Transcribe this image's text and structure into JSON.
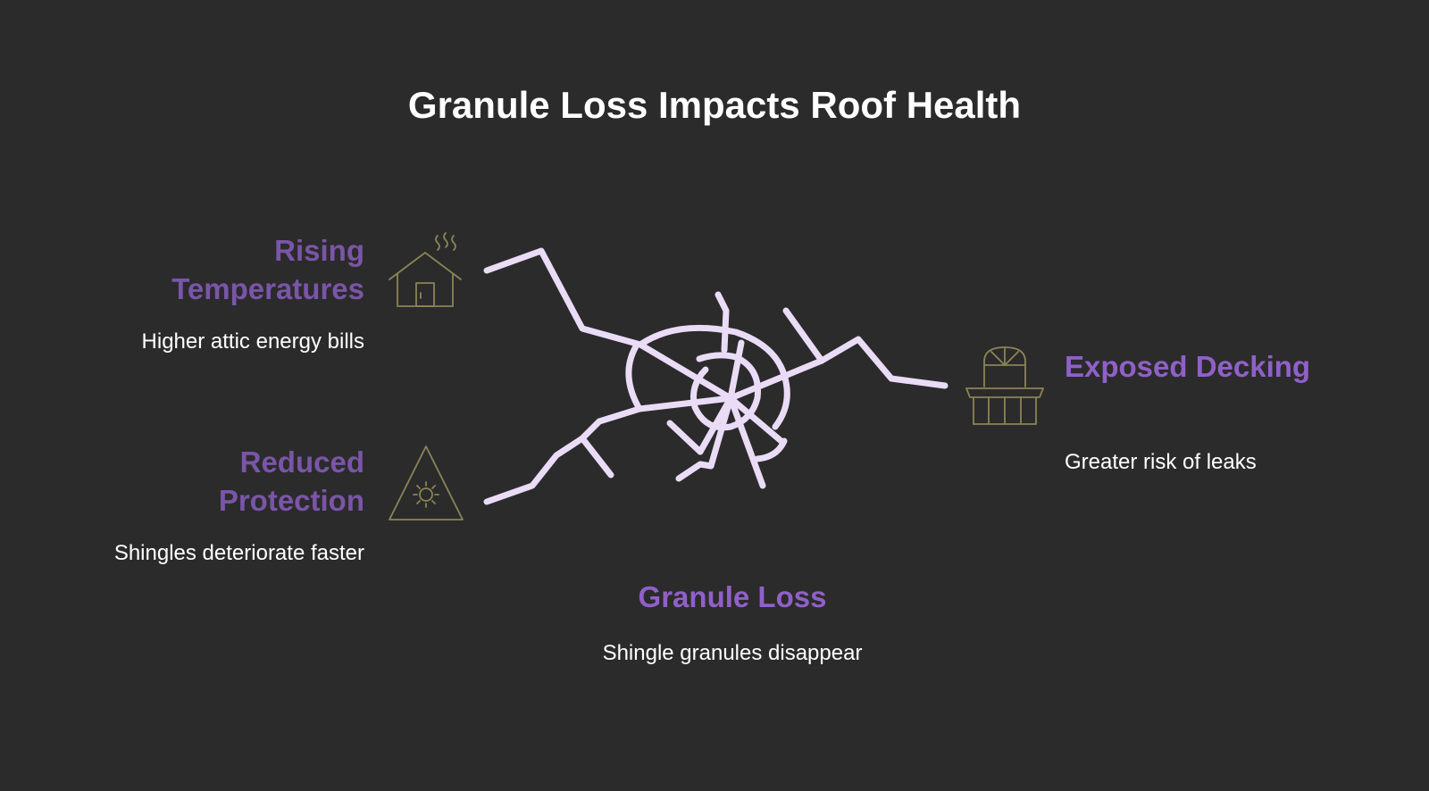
{
  "title": "Granule Loss Impacts Roof Health",
  "colors": {
    "background": "#2b2b2b",
    "heading_purple": "#7a55a8",
    "heading_purple_light": "#9060c8",
    "crack_stroke": "#eadcf6",
    "icon_olive": "#8a8457",
    "text": "#ffffff"
  },
  "center": {
    "heading": "Granule Loss",
    "description": "Shingle granules disappear",
    "icon": "cracked-surface-icon"
  },
  "branches": [
    {
      "heading": "Rising Temperatures",
      "description": "Higher attic energy bills",
      "icon": "hot-house-icon"
    },
    {
      "heading": "Reduced Protection",
      "description": "Shingles deteriorate faster",
      "icon": "sun-warning-icon"
    },
    {
      "heading": "Exposed Decking",
      "description": "Greater risk of leaks",
      "icon": "deck-railing-icon"
    }
  ]
}
